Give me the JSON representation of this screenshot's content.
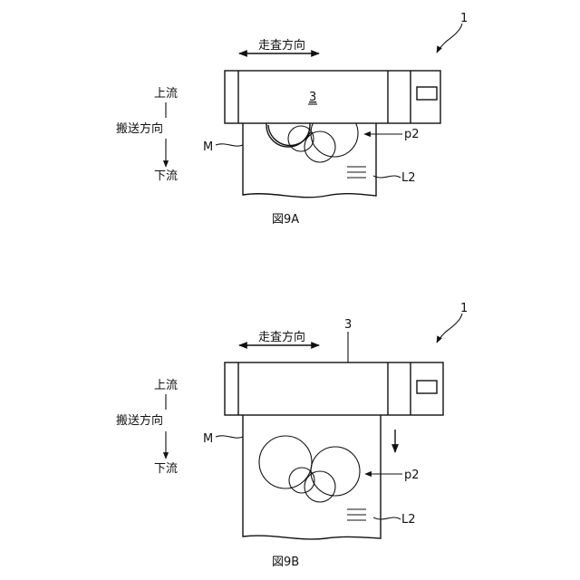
{
  "figure_a": {
    "caption": "図9A",
    "ref_device": "1",
    "scan_label": "走査方向",
    "head_label": "3",
    "upstream": "上流",
    "transport": "搬送方向",
    "downstream": "下流",
    "medium_label": "M",
    "pattern_label": "p2",
    "line_label": "L2"
  },
  "figure_b": {
    "caption": "図9B",
    "ref_device": "1",
    "scan_label": "走査方向",
    "head_label": "3",
    "upstream": "上流",
    "transport": "搬送方向",
    "downstream": "下流",
    "medium_label": "M",
    "pattern_label": "p2",
    "line_label": "L2"
  }
}
